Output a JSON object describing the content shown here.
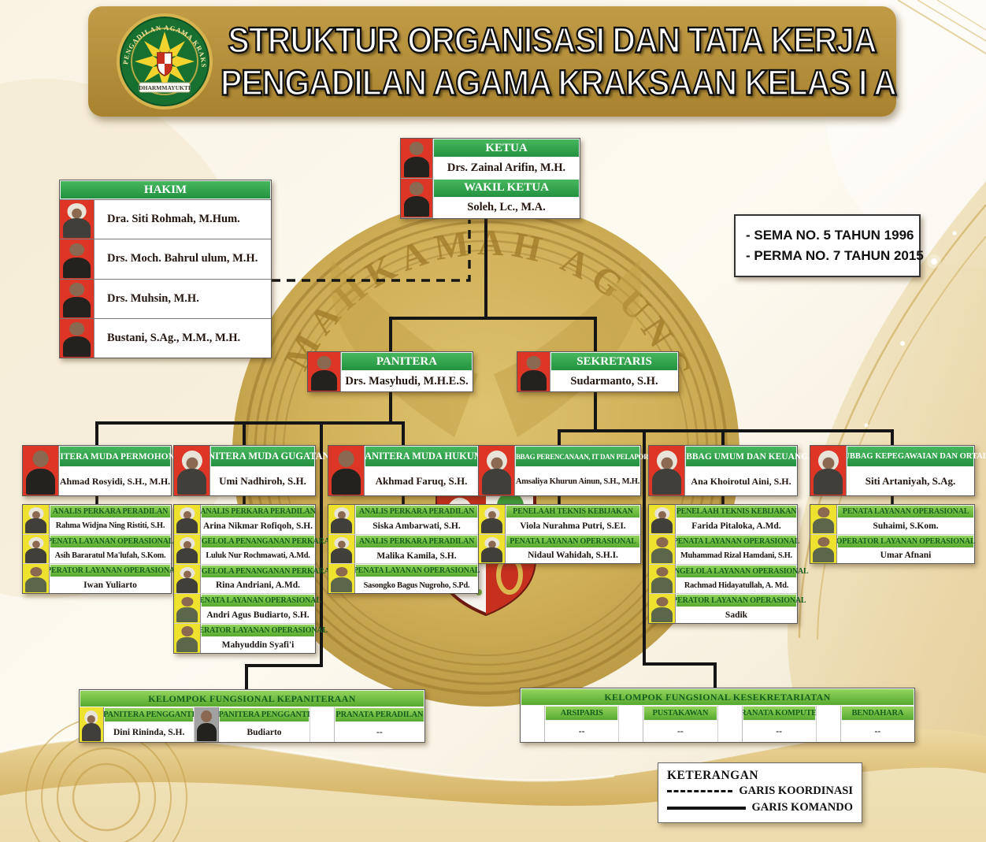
{
  "title": {
    "line1": "STRUKTUR ORGANISASI DAN TATA KERJA",
    "line2": "PENGADILAN AGAMA KRAKSAAN KELAS I A"
  },
  "logo": {
    "institution": "PENGADILAN AGAMA KRAKSAAN",
    "motto": "DHARMMAYUKTI"
  },
  "regulations": {
    "line1": "- SEMA NO. 5 TAHUN 1996",
    "line2": "- PERMA NO. 7 TAHUN 2015"
  },
  "leadership": {
    "ketua_title": "KETUA",
    "ketua_name": "Drs. Zainal Arifin, M.H.",
    "wakil_title": "WAKIL KETUA",
    "wakil_name": "Soleh, Lc., M.A."
  },
  "hakim": {
    "title": "HAKIM",
    "members": [
      "Dra. Siti Rohmah, M.Hum.",
      "Drs. Moch. Bahrul ulum, M.H.",
      "Drs. Muhsin, M.H.",
      "Bustani, S.Ag., M.M., M.H."
    ]
  },
  "panitera": {
    "title": "PANITERA",
    "name": "Drs. Masyhudi, M.H.E.S."
  },
  "sekretaris": {
    "title": "SEKRETARIS",
    "name": "Sudarmanto, S.H."
  },
  "divisions": [
    {
      "title": "PANITERA MUDA PERMOHONAN",
      "head": "Ahmad Rosyidi, S.H., M.H.",
      "staff": [
        {
          "role": "ANALIS PERKARA PERADILAN",
          "name": "Rahma Widjna Ning Ristiti, S.H."
        },
        {
          "role": "PENATA LAYANAN OPERASIONAL",
          "name": "Asih Bararatul Ma'lufah, S.Kom."
        },
        {
          "role": "OPERATOR LAYANAN OPERASIONAL",
          "name": "Iwan Yuliarto"
        }
      ]
    },
    {
      "title": "PANITERA MUDA GUGATAN",
      "head": "Umi Nadhiroh, S.H.",
      "staff": [
        {
          "role": "ANALIS PERKARA PERADILAN",
          "name": "Arina Nikmar Rofiqoh, S.H."
        },
        {
          "role": "PENGELOLA PENANGANAN PERKARA",
          "name": "Luluk Nur Rochmawati, A.Md."
        },
        {
          "role": "PENGELOLA PENANGANAN PERKARA",
          "name": "Rina Andriani, A.Md."
        },
        {
          "role": "PENATA LAYANAN OPERASIONAL",
          "name": "Andri Agus Budiarto, S.H."
        },
        {
          "role": "OPERATOR LAYANAN OPERASIONAL",
          "name": "Mahyuddin Syafi'i"
        }
      ]
    },
    {
      "title": "PANITERA MUDA HUKUM",
      "head": "Akhmad Faruq, S.H.",
      "staff": [
        {
          "role": "ANALIS PERKARA PERADILAN",
          "name": "Siska Ambarwati, S.H."
        },
        {
          "role": "ANALIS PERKARA PERADILAN",
          "name": "Malika Kamila, S.H."
        },
        {
          "role": "PENATA LAYANAN OPERASIONAL",
          "name": "Sasongko Bagus Nugroho, S.Pd."
        }
      ]
    },
    {
      "title": "KASUBBAG PERENCANAAN, IT DAN PELAPORAN",
      "head": "Amsaliya Khurun Ainun, S.H., M.H.",
      "staff": [
        {
          "role": "PENELAAH TEKNIS KEBIJAKAN",
          "name": "Viola Nurahma Putri, S.EI."
        },
        {
          "role": "PENATA LAYANAN OPERASIONAL",
          "name": "Nidaul Wahidah, S.H.I."
        }
      ]
    },
    {
      "title": "KASUBBAG UMUM DAN KEUANGAN",
      "head": "Ana Khoirotul Aini, S.H.",
      "staff": [
        {
          "role": "PENELAAH TEKNIS KEBIJAKAN",
          "name": "Farida Pitaloka, A.Md."
        },
        {
          "role": "PENATA LAYANAN OPERASIONAL",
          "name": "Muhammad Rizal Hamdani, S.H."
        },
        {
          "role": "PENGELOLA LAYANAN OPERASIONAL",
          "name": "Rachmad Hidayatullah, A. Md."
        },
        {
          "role": "OPERATOR LAYANAN OPERASIONAL",
          "name": "Sadik"
        }
      ]
    },
    {
      "title": "KASUBBAG KEPEGAWAIAN DAN ORTALA",
      "head": "Siti Artaniyah, S.Ag.",
      "staff": [
        {
          "role": "PENATA LAYANAN OPERASIONAL",
          "name": "Suhaimi, S.Kom."
        },
        {
          "role": "OPERATOR LAYANAN OPERASIONAL",
          "name": "Umar Afnani"
        }
      ]
    }
  ],
  "functional_kepaniteraan": {
    "title": "KELOMPOK FUNGSIONAL KEPANITERAAN",
    "positions": [
      {
        "role": "PANITERA PENGGANTI",
        "name": "Dini Rininda, S.H."
      },
      {
        "role": "PANITERA PENGGANTI",
        "name": "Budiarto"
      },
      {
        "role": "PRANATA PERADILAN",
        "name": "--"
      }
    ]
  },
  "functional_kesekretariatan": {
    "title": "KELOMPOK FUNGSIONAL KESEKRETARIATAN",
    "positions": [
      {
        "role": "ARSIPARIS",
        "name": "--"
      },
      {
        "role": "PUSTAKAWAN",
        "name": "--"
      },
      {
        "role": "PRANATA KOMPUTER",
        "name": "--"
      },
      {
        "role": "BENDAHARA",
        "name": "--"
      }
    ]
  },
  "legend": {
    "title": "KETERANGAN",
    "koordinasi": "GARIS KOORDINASI",
    "komando": "GARIS KOMANDO"
  },
  "seal_text": "MAHKAMAH AGUNG",
  "colors": {
    "banner_gold": "#b6913c",
    "header_green": "#2f9e44",
    "sub_green": "#6fbe44",
    "sub_text_green": "#145e1e",
    "photo_red": "#dd3526",
    "photo_yellow": "#eee22f",
    "background_cream": "#f7efdd"
  }
}
